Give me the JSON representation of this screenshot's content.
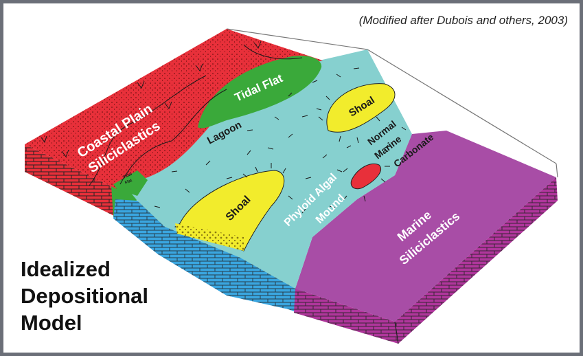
{
  "credit": "(Modified after Dubois and others, 2003)",
  "title_lines": [
    "Idealized",
    "Depositional",
    "Model"
  ],
  "labels": {
    "coastal_plain": [
      "Coastal Plain",
      "Siliciclastics"
    ],
    "tidal_flat": "Tidal Flat",
    "tidal_flat_small": [
      "Tidal",
      "Flat"
    ],
    "lagoon": "Lagoon",
    "shoal_upper": "Shoal",
    "shoal_lower": "Shoal",
    "normal_marine": [
      "Normal",
      "Marine",
      "Carbonate"
    ],
    "phylloid": [
      "Phyloid Algal",
      "Mound"
    ],
    "marine_siliciclastics": [
      "Marine",
      "Siliciclastics"
    ]
  },
  "colors": {
    "coastal_plain": "#e8303a",
    "tidal_flat": "#3aa93a",
    "lagoon": "#86d0cf",
    "shoal": "#f2ec2c",
    "mound": "#e8303a",
    "marine_siliciclastics": "#a84da6",
    "carbonate_side": "#3aa6e0",
    "frame": "#6b6f78"
  }
}
